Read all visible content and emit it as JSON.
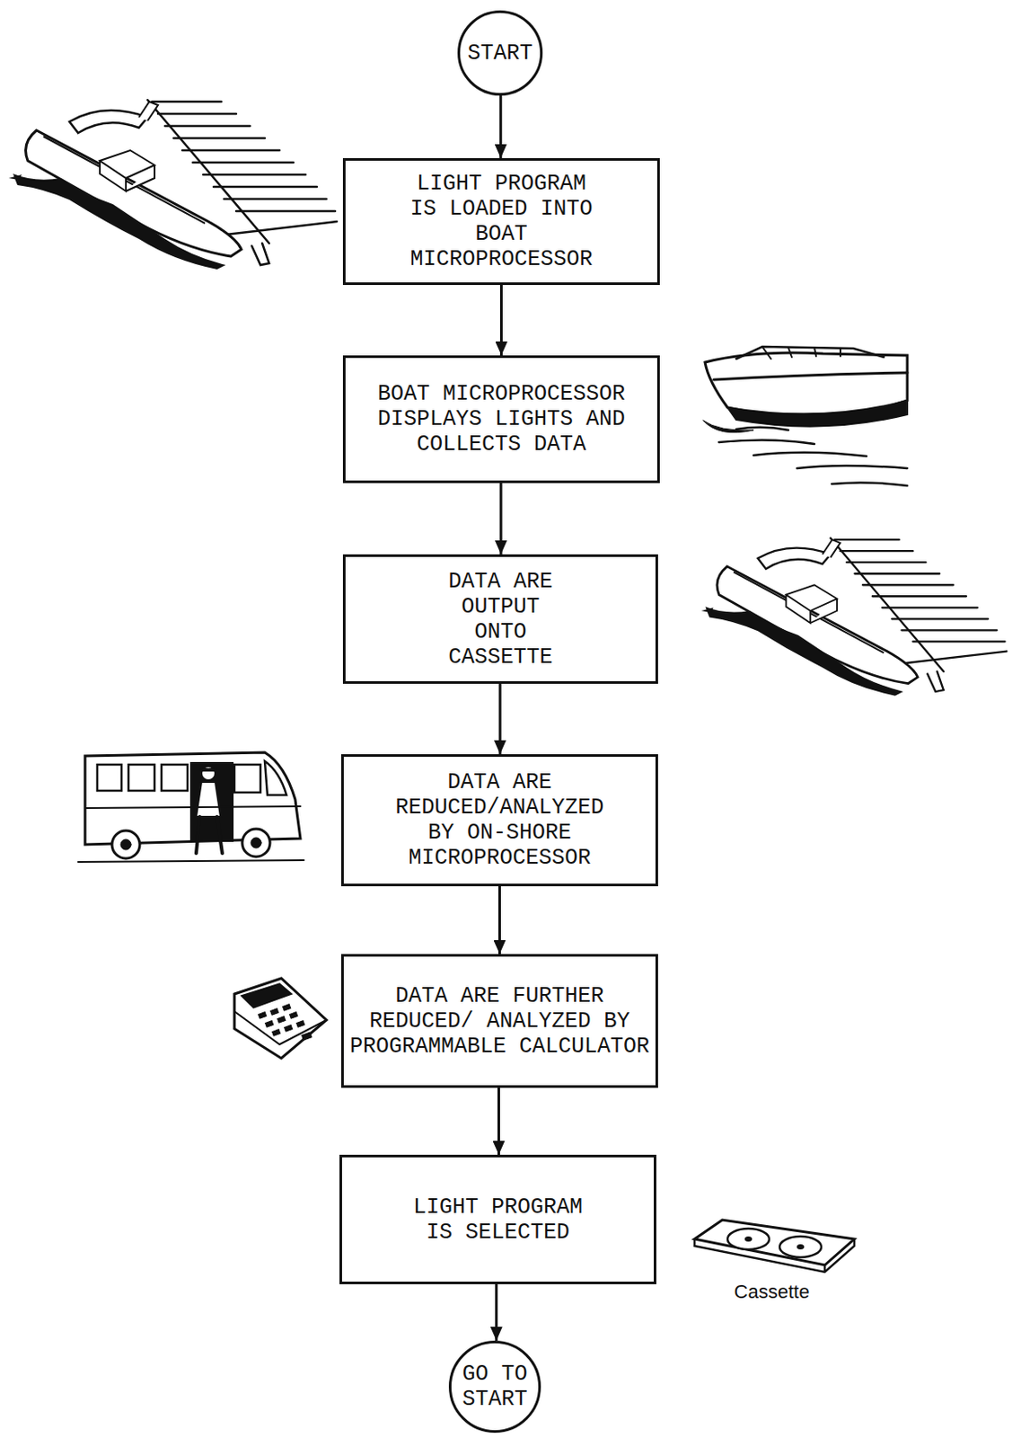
{
  "diagram": {
    "nodes": [
      {
        "text": [
          "START"
        ]
      },
      {
        "text": [
          "LIGHT PROGRAM IS LOADED INTO BOAT MICROPROCESSOR"
        ]
      },
      {
        "text": [
          "BOAT MICROPROCESSOR DISPLAYS LIGHTS AND COLLECTS DATA"
        ]
      },
      {
        "text": [
          "DATA ARE OUTPUT ONTO CASSETTE"
        ]
      },
      {
        "text": [
          "DATA ARE REDUCED/ANALYZED BY ON-SHORE MICROPROCESSOR"
        ]
      },
      {
        "text": [
          "DATA ARE FURTHER REDUCED/ ANALYZED BY PROGRAMMABLE CALCULATOR"
        ]
      },
      {
        "text": [
          "LIGHT PROGRAM IS SELECTED"
        ]
      },
      {
        "text": [
          "GO TO START"
        ]
      }
    ],
    "edges": [
      {
        "from": 0,
        "to": 1,
        "arrow": "to"
      },
      {
        "from": 1,
        "to": 2,
        "arrow": "to"
      },
      {
        "from": 2,
        "to": 3,
        "arrow": "to"
      },
      {
        "from": 3,
        "to": 4,
        "arrow": "to"
      },
      {
        "from": 4,
        "to": 5,
        "arrow": "to"
      },
      {
        "from": 5,
        "to": 6,
        "arrow": "to"
      },
      {
        "from": 6,
        "to": 7,
        "arrow": "to"
      }
    ],
    "labels": [
      "Cassette"
    ]
  }
}
